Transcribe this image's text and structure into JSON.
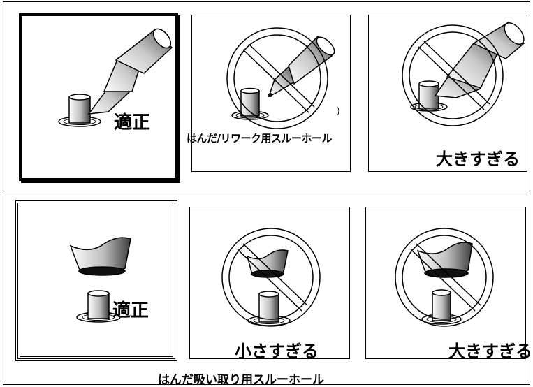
{
  "top_section": {
    "caption": "はんだ/リワーク用スルーホール",
    "panels": [
      {
        "label": "適正",
        "status": "correct"
      },
      {
        "label": "",
        "status": "incorrect"
      },
      {
        "label": "大きすぎる",
        "status": "incorrect"
      }
    ]
  },
  "bottom_section": {
    "caption": "はんだ吸い取り用スルーホール",
    "panels": [
      {
        "label": "適正",
        "status": "correct"
      },
      {
        "label": "小さすぎる",
        "status": "incorrect"
      },
      {
        "label": "大きすぎる",
        "status": "incorrect"
      }
    ]
  },
  "colors": {
    "line": "#000000",
    "shade_light": "#ffffff",
    "shade_dark": "#4a4a4a"
  }
}
